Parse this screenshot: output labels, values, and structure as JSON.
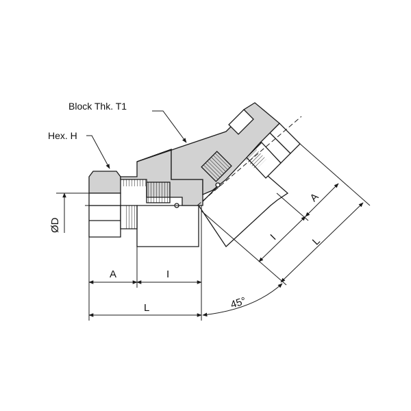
{
  "labels": {
    "block_thickness": "Block Thk. T1",
    "hex": "Hex. H",
    "diameter": "ØD",
    "dim_a_horizontal": "A",
    "dim_i_horizontal": "I",
    "dim_l_horizontal": "L",
    "dim_a_angled": "A",
    "dim_i_angled": "I",
    "dim_l_angled": "L",
    "angle": "45°"
  },
  "colors": {
    "section_fill": "#d2d2d2",
    "outline": "#1a1a1a",
    "background": "#ffffff"
  }
}
